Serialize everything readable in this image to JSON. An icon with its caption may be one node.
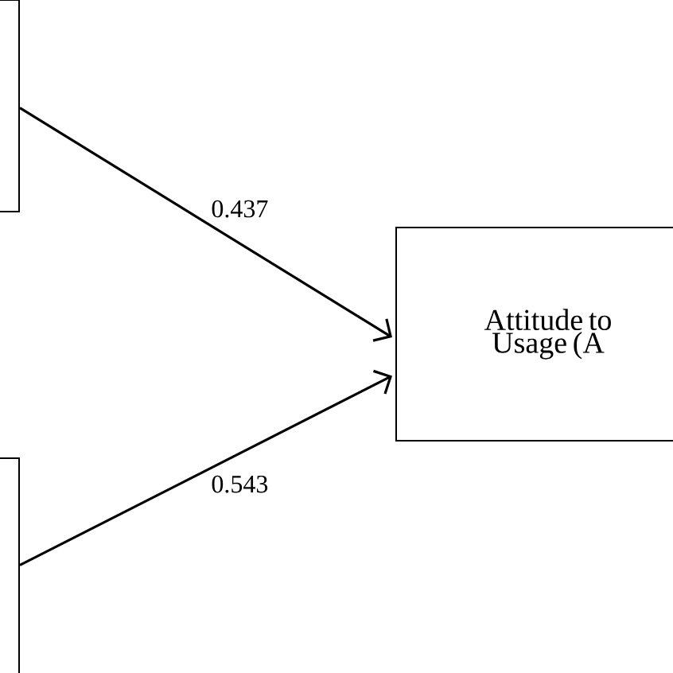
{
  "diagram": {
    "nodes": [
      {
        "text": [],
        "shape": "box"
      },
      {
        "text": [],
        "shape": "box"
      },
      {
        "text": [
          "Attitude to Usage (A"
        ]
      }
    ],
    "edges": [
      {
        "from": 0,
        "to": 2,
        "arrow": "to",
        "label": "0.437"
      },
      {
        "from": 1,
        "to": 2,
        "arrow": "to",
        "label": "0.543"
      }
    ]
  }
}
